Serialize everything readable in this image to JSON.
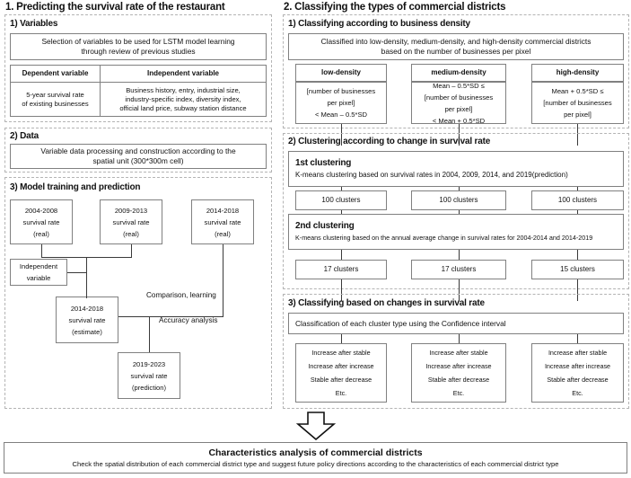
{
  "panel1": {
    "title": "1. Predicting the survival rate of the restaurant",
    "sec1": {
      "heading": "1) Variables",
      "intro_line1": "Selection of variables to be used for LSTM model learning",
      "intro_line2": "through review of previous studies",
      "table": {
        "headers": [
          "Dependent variable",
          "Independent variable"
        ],
        "dependent_line1": "5-year survival rate",
        "dependent_line2": "of existing businesses",
        "independent_line1": "Business history, entry, industrial size,",
        "independent_line2": "industry-specific index, diversity index,",
        "independent_line3": "official land price, subway station distance"
      }
    },
    "sec2": {
      "heading": "2) Data",
      "body_line1": "Variable data processing and construction according to the",
      "body_line2": "spatial unit (300*300m cell)"
    },
    "sec3": {
      "heading": "3) Model training and prediction",
      "box_2004": [
        "2004-2008",
        "survival rate",
        "(real)"
      ],
      "box_2009": [
        "2009-2013",
        "survival rate",
        "(real)"
      ],
      "box_2014_real": [
        "2014-2018",
        "survival rate",
        "(real)"
      ],
      "box_indep": [
        "Independent",
        "variable"
      ],
      "box_2014_est": [
        "2014-2018",
        "survival rate",
        "(estimate)"
      ],
      "box_2019": [
        "2019-2023",
        "survival rate",
        "(prediction)"
      ],
      "label_comparison": "Comparison, learning",
      "label_accuracy": "Accuracy analysis"
    }
  },
  "panel2": {
    "title": "2. Classifying the types of commercial districts",
    "sec1": {
      "heading": "1) Classifying according to business density",
      "intro_line1": "Classified into low-density, medium-density, and high-density commercial districts",
      "intro_line2": "based on the number of businesses per pixel",
      "density": [
        {
          "name": "low-density",
          "lines": [
            "[number of businesses",
            "per pixel]",
            "< Mean – 0.5*SD"
          ]
        },
        {
          "name": "medium-density",
          "lines": [
            "Mean – 0.5*SD ≤",
            "[number of businesses",
            "per pixel]",
            "< Mean + 0.5*SD"
          ]
        },
        {
          "name": "high-density",
          "lines": [
            "Mean + 0.5*SD ≤",
            "[number of businesses",
            "per pixel]"
          ]
        }
      ]
    },
    "sec2": {
      "heading": "2) Clustering according to change in survival rate",
      "first": {
        "title": "1st clustering",
        "desc": "K-means clustering based on survival rates in 2004, 2009, 2014, and 2019(prediction)",
        "results": [
          "100 clusters",
          "100 clusters",
          "100 clusters"
        ]
      },
      "second": {
        "title": "2nd clustering",
        "desc": "K-means clustering based on the annual average change in survival rates for 2004-2014 and 2014-2019",
        "results": [
          "17 clusters",
          "17 clusters",
          "15 clusters"
        ]
      }
    },
    "sec3": {
      "heading": "3) Classifying based on changes in survival rate",
      "intro": "Classification of each cluster type using the Confidence interval",
      "type_lines": [
        "Increase after stable",
        "Increase after increase",
        "Stable after decrease",
        "Etc."
      ]
    }
  },
  "footer": {
    "title": "Characteristics analysis of commercial districts",
    "subtitle": "Check the spatial distribution of each commercial district type and suggest future policy directions according to the characteristics of each commercial district type"
  },
  "icons": {
    "down_arrow": "down-arrow-icon"
  },
  "colors": {
    "box_border": "#808080",
    "section_border": "#b4b4b4",
    "connector": "#3a3a3a",
    "text": "#111111"
  }
}
